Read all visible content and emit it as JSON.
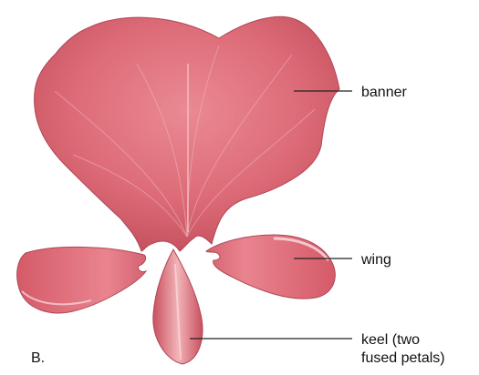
{
  "figure": {
    "panel_label": "B.",
    "labels": {
      "banner": "banner",
      "wing": "wing",
      "keel_line1": "keel (two",
      "keel_line2": "fused petals)"
    }
  },
  "colors": {
    "petal_base": "#e0707b",
    "petal_dark": "#b94452",
    "petal_light": "#f4c3c6",
    "leader_line": "#222222"
  }
}
